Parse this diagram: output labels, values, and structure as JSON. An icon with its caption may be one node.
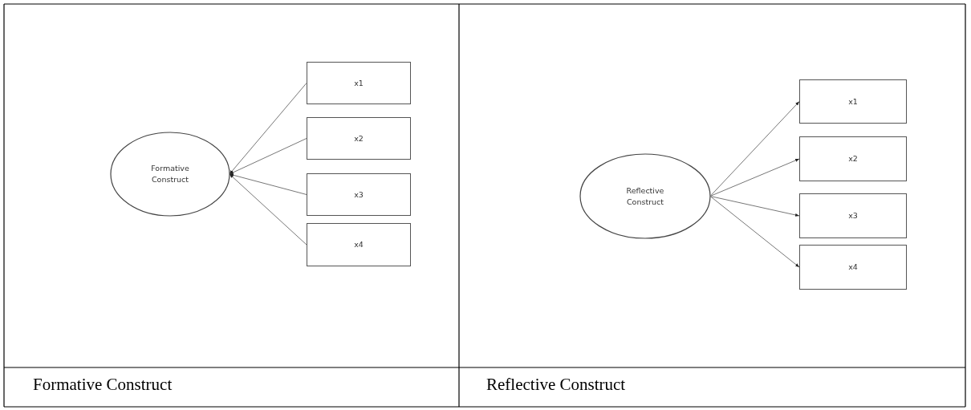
{
  "diagram": {
    "nodes": [
      {
        "text": [
          "Formative Construct"
        ]
      },
      {
        "text": [
          "x1"
        ]
      },
      {
        "text": [
          "x2"
        ]
      },
      {
        "text": [
          "x3"
        ]
      },
      {
        "text": [
          "x4"
        ]
      },
      {
        "text": [
          "Reflective Construct"
        ]
      },
      {
        "text": [
          "x1"
        ]
      },
      {
        "text": [
          "x2"
        ]
      },
      {
        "text": [
          "x3"
        ]
      },
      {
        "text": [
          "x4"
        ]
      }
    ],
    "edges": [
      {
        "from": 1,
        "to": 0,
        "arrow": "to"
      },
      {
        "from": 2,
        "to": 0,
        "arrow": "to"
      },
      {
        "from": 3,
        "to": 0,
        "arrow": "to"
      },
      {
        "from": 4,
        "to": 0,
        "arrow": "to"
      },
      {
        "from": 5,
        "to": 6,
        "arrow": "to"
      },
      {
        "from": 5,
        "to": 7,
        "arrow": "to"
      },
      {
        "from": 5,
        "to": 8,
        "arrow": "to"
      },
      {
        "from": 5,
        "to": 9,
        "arrow": "to"
      }
    ],
    "labels": [
      "Formative Construct",
      "Reflective Construct"
    ]
  }
}
